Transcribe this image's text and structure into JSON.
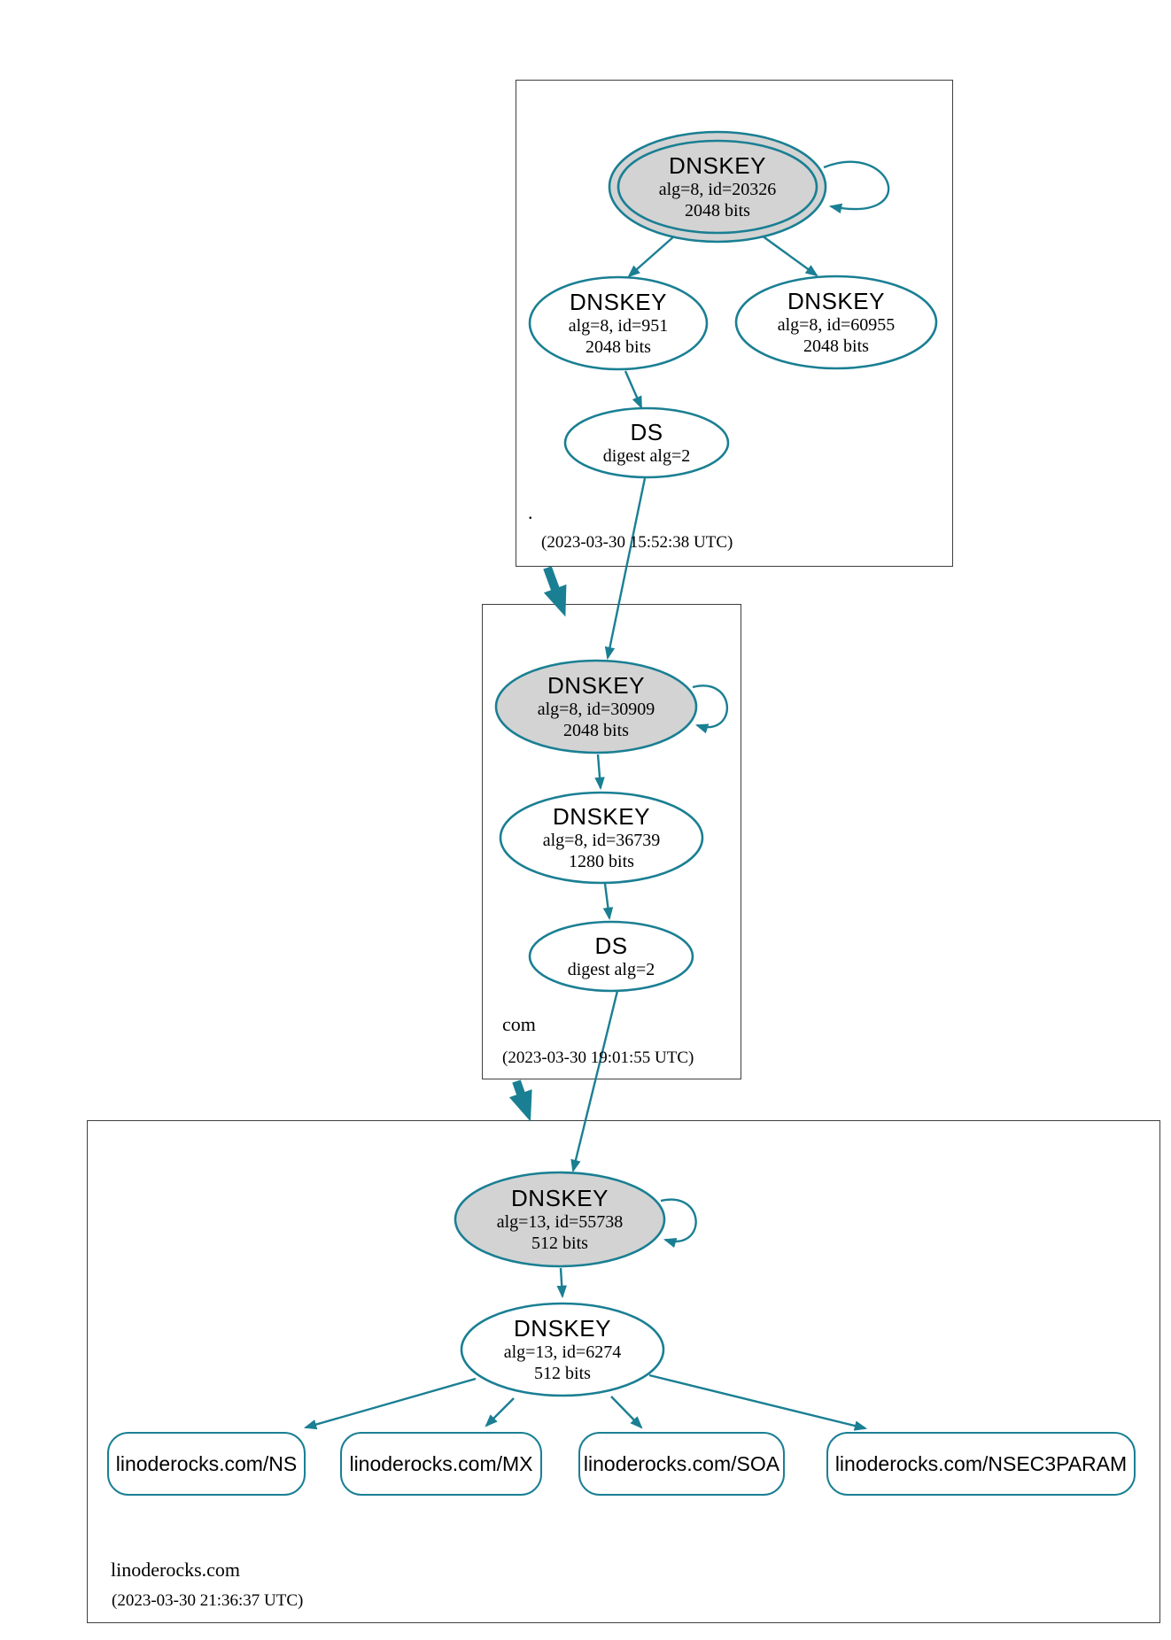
{
  "colors": {
    "edge_teal": "#1a7f93",
    "ksk_fill": "#d3d3d3",
    "node_fill": "#ffffff",
    "zone_border": "#3f3f3f",
    "text": "#000000"
  },
  "zones": [
    {
      "label": ".",
      "timestamp": "(2023-03-30 15:52:38 UTC)",
      "ksk": {
        "title": "DNSKEY",
        "detail": "alg=8, id=20326",
        "bits": "2048 bits"
      },
      "zsk_left": {
        "title": "DNSKEY",
        "detail": "alg=8, id=951",
        "bits": "2048 bits"
      },
      "zsk_right": {
        "title": "DNSKEY",
        "detail": "alg=8, id=60955",
        "bits": "2048 bits"
      },
      "ds": {
        "title": "DS",
        "detail": "digest alg=2"
      }
    },
    {
      "label": "com",
      "timestamp": "(2023-03-30 19:01:55 UTC)",
      "ksk": {
        "title": "DNSKEY",
        "detail": "alg=8, id=30909",
        "bits": "2048 bits"
      },
      "zsk": {
        "title": "DNSKEY",
        "detail": "alg=8, id=36739",
        "bits": "1280 bits"
      },
      "ds": {
        "title": "DS",
        "detail": "digest alg=2"
      }
    },
    {
      "label": "linoderocks.com",
      "timestamp": "(2023-03-30 21:36:37 UTC)",
      "ksk": {
        "title": "DNSKEY",
        "detail": "alg=13, id=55738",
        "bits": "512 bits"
      },
      "zsk": {
        "title": "DNSKEY",
        "detail": "alg=13, id=6274",
        "bits": "512 bits"
      },
      "rrsets": [
        {
          "label": "linoderocks.com/NS"
        },
        {
          "label": "linoderocks.com/MX"
        },
        {
          "label": "linoderocks.com/SOA"
        },
        {
          "label": "linoderocks.com/NSEC3PARAM"
        }
      ]
    }
  ]
}
